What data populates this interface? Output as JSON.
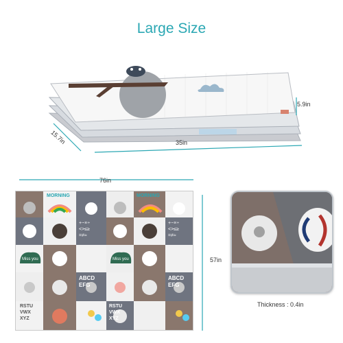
{
  "title": "Large Size",
  "dimensions": {
    "height_folded": "5.9in",
    "depth_folded": "15.7in",
    "width_folded": "35in",
    "width_open": "76in",
    "height_open": "57in",
    "thickness": "Thickness : 0.4in"
  },
  "mat_labels": {
    "morning": "MORNING",
    "math": "+−×÷\n<>≤≥\n=≠≈",
    "abc": "ABCD\nEFG",
    "rstu": "RSTU\nVWX\nXYZ",
    "miss_you": "Miss you"
  },
  "colors": {
    "accent": "#2aa7b3",
    "mat_gray": "#6f7480",
    "mat_brown": "#8a776d",
    "mat_light": "#eeeeee"
  }
}
